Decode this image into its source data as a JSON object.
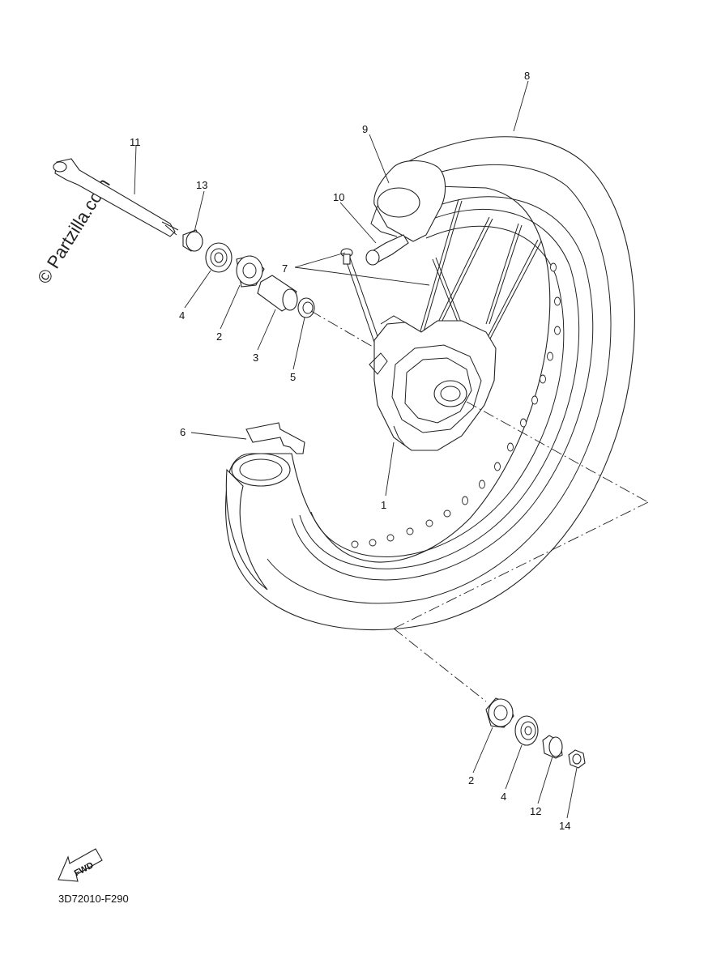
{
  "watermark": "© Partzilla.com",
  "diagram_code": "3D72010-F290",
  "fwd_label": "FWD",
  "callouts": {
    "c1": "1",
    "c2a": "2",
    "c2b": "2",
    "c3": "3",
    "c4a": "4",
    "c4b": "4",
    "c5": "5",
    "c6": "6",
    "c7": "7",
    "c8": "8",
    "c9": "9",
    "c10": "10",
    "c11": "11",
    "c12": "12",
    "c13": "13",
    "c14": "14"
  }
}
